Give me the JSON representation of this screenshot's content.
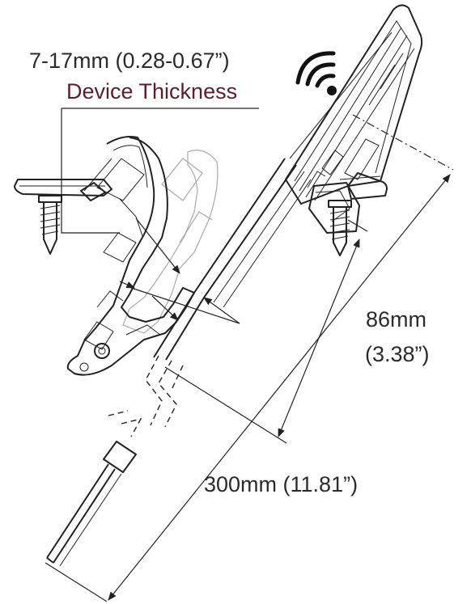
{
  "labels": {
    "thickness_range": "7-17mm (0.28-0.67”)",
    "thickness_title": "Device Thickness",
    "height_mm": "86mm",
    "height_in": "(3.38”)",
    "length": "300mm (11.81”)"
  },
  "colors": {
    "line": "#222222",
    "ghost": "#aaaaaa",
    "thickness_title": "#5a1f2c",
    "text": "#2b2b2b"
  },
  "icons": [
    "wireless-signal-icon",
    "screw-icon"
  ]
}
